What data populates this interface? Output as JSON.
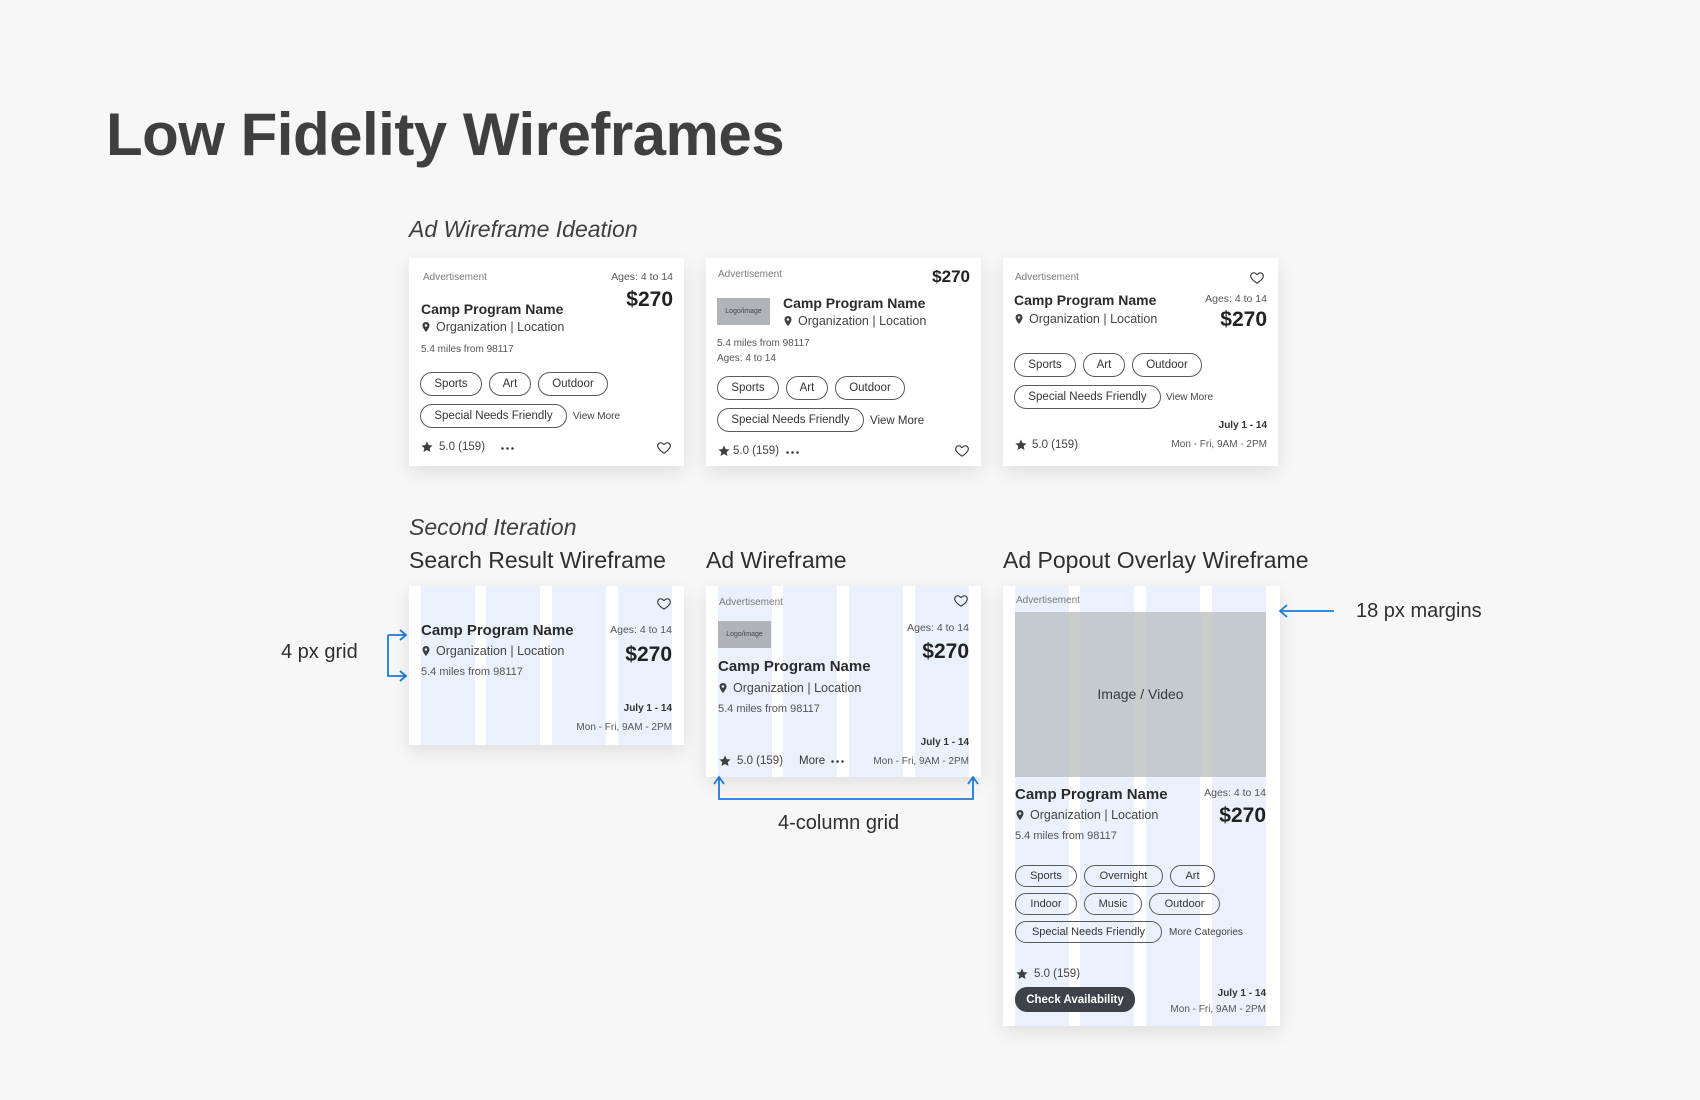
{
  "page": {
    "title": "Low Fidelity Wireframes"
  },
  "sections": {
    "ideation": "Ad Wireframe Ideation",
    "second_iteration": "Second Iteration",
    "search_result": "Search Result Wireframe",
    "ad_wireframe": "Ad Wireframe",
    "popout": "Ad Popout Overlay Wireframe"
  },
  "annotations": {
    "px_grid": "4 px grid",
    "column_grid": "4-column grid",
    "margins": "18 px margins"
  },
  "card": {
    "advertisement": "Advertisement",
    "name": "Camp Program Name",
    "org": "Organization | Location",
    "distance": "5.4 miles from 98117",
    "ages": "Ages: 4 to 14",
    "price": "$270",
    "rating": "5.0  (159)",
    "rating_compact": "5.0 (159)",
    "dates": "July 1 - 14",
    "schedule": "Mon - Fri, 9AM - 2PM",
    "logo": "Logo/image",
    "view_more": "View More",
    "more": "More",
    "more_categories": "More Categories",
    "image_video": "Image / Video",
    "check_availability": "Check Availability"
  },
  "tags": {
    "sports": "Sports",
    "art": "Art",
    "outdoor": "Outdoor",
    "special": "Special Needs Friendly",
    "overnight": "Overnight",
    "indoor": "Indoor",
    "music": "Music"
  },
  "colors": {
    "background": "#f7f7f7",
    "grid_column": "#eaf1fd",
    "annotation_blue": "#1f7ad6",
    "button_dark": "#3f4349",
    "placeholder_gray": "#c5c9d0"
  },
  "icons": [
    "heart-icon",
    "star-icon",
    "location-pin-icon",
    "more-dots-icon",
    "arrow-icon"
  ]
}
